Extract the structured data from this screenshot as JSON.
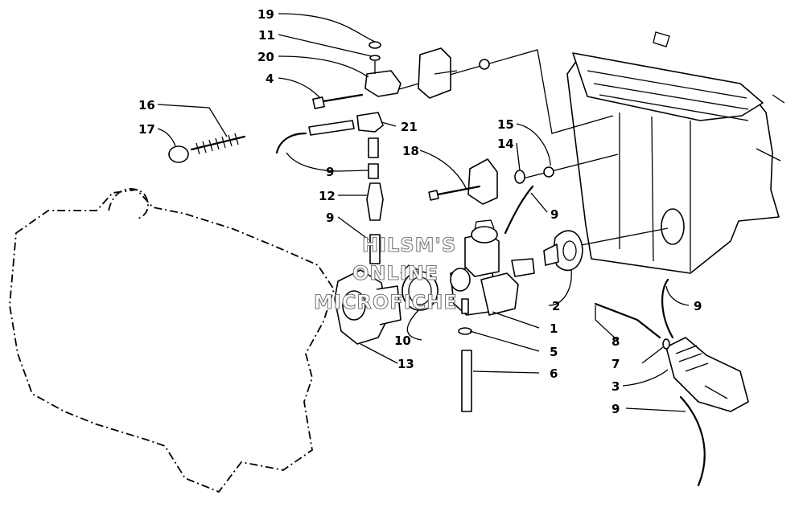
{
  "callouts": {
    "c19": "19",
    "c11": "11",
    "c20": "20",
    "c4": "4",
    "c16": "16",
    "c17": "17",
    "c21": "21",
    "c9a": "9",
    "c18": "18",
    "c15": "15",
    "c14": "14",
    "c12": "12",
    "c9b": "9",
    "c9c": "9",
    "c2": "2",
    "c9d": "9",
    "c1": "1",
    "c10": "10",
    "c13": "13",
    "c5": "5",
    "c6": "6",
    "c8": "8",
    "c7": "7",
    "c3": "3",
    "c9e": "9"
  },
  "watermark": {
    "line1": "HILSM'S",
    "line2": "ONLINE",
    "line3": "MICROFICHE"
  }
}
